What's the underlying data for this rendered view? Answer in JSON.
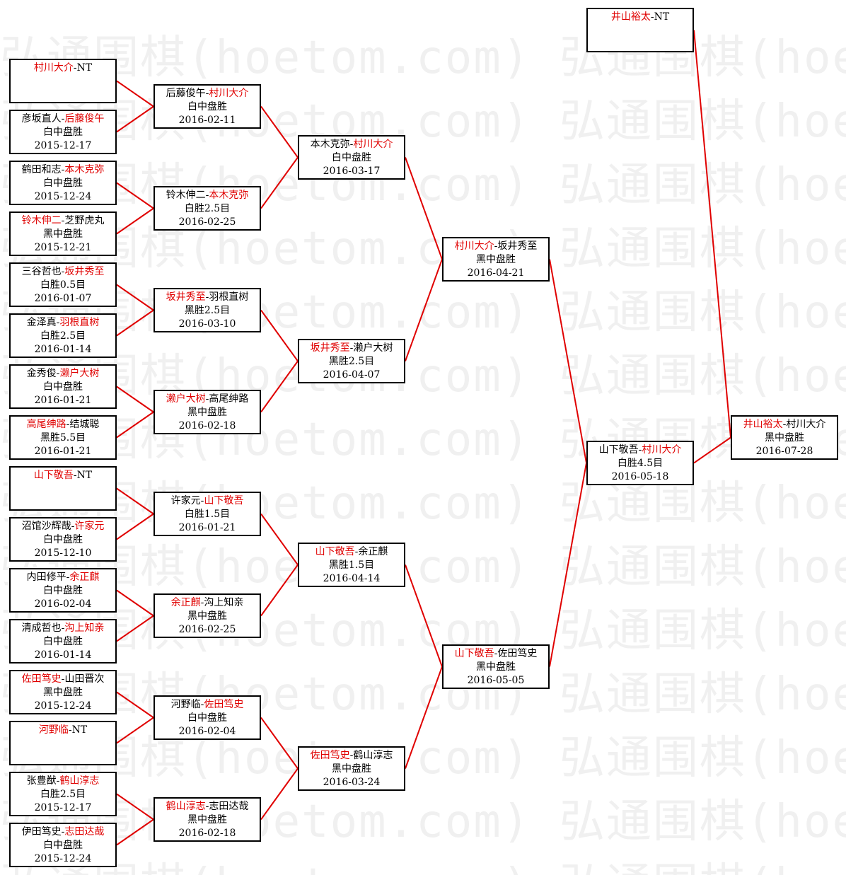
{
  "watermark": "弘通围棋(hoetom.com) 弘通围棋(hoetom.com)",
  "colors": {
    "winner": "#e00000",
    "line": "#e00000",
    "border": "#000000"
  },
  "matches": [
    {
      "p1": "村川大介",
      "p2": "NT",
      "winner": 1,
      "result": "",
      "date": ""
    },
    {
      "p1": "彦坂直人",
      "p2": "后藤俊午",
      "winner": 2,
      "result": "白中盘胜",
      "date": "2015-12-17"
    },
    {
      "p1": "鹤田和志",
      "p2": "本木克弥",
      "winner": 2,
      "result": "白中盘胜",
      "date": "2015-12-24"
    },
    {
      "p1": "铃木伸二",
      "p2": "芝野虎丸",
      "winner": 1,
      "result": "黑中盘胜",
      "date": "2015-12-21"
    },
    {
      "p1": "三谷哲也",
      "p2": "坂井秀至",
      "winner": 2,
      "result": "白胜0.5目",
      "date": "2016-01-07"
    },
    {
      "p1": "金泽真",
      "p2": "羽根直树",
      "winner": 2,
      "result": "白胜2.5目",
      "date": "2016-01-14"
    },
    {
      "p1": "金秀俊",
      "p2": "濑户大树",
      "winner": 2,
      "result": "白中盘胜",
      "date": "2016-01-21"
    },
    {
      "p1": "高尾绅路",
      "p2": "结城聪",
      "winner": 1,
      "result": "黑胜5.5目",
      "date": "2016-01-21"
    },
    {
      "p1": "山下敬吾",
      "p2": "NT",
      "winner": 1,
      "result": "",
      "date": ""
    },
    {
      "p1": "沼馆沙辉哉",
      "p2": "许家元",
      "winner": 2,
      "result": "白中盘胜",
      "date": "2015-12-10"
    },
    {
      "p1": "内田修平",
      "p2": "余正麒",
      "winner": 2,
      "result": "白中盘胜",
      "date": "2016-02-04"
    },
    {
      "p1": "清成哲也",
      "p2": "沟上知亲",
      "winner": 2,
      "result": "白中盘胜",
      "date": "2016-01-14"
    },
    {
      "p1": "佐田笃史",
      "p2": "山田晋次",
      "winner": 1,
      "result": "黑中盘胜",
      "date": "2015-12-24"
    },
    {
      "p1": "河野临",
      "p2": "NT",
      "winner": 1,
      "result": "",
      "date": ""
    },
    {
      "p1": "张豊猷",
      "p2": "鹤山淳志",
      "winner": 2,
      "result": "白胜2.5目",
      "date": "2015-12-17"
    },
    {
      "p1": "伊田笃史",
      "p2": "志田达哉",
      "winner": 2,
      "result": "白中盘胜",
      "date": "2015-12-24"
    },
    {
      "p1": "后藤俊午",
      "p2": "村川大介",
      "winner": 2,
      "result": "白中盘胜",
      "date": "2016-02-11"
    },
    {
      "p1": "铃木伸二",
      "p2": "本木克弥",
      "winner": 2,
      "result": "白胜2.5目",
      "date": "2016-02-25"
    },
    {
      "p1": "坂井秀至",
      "p2": "羽根直树",
      "winner": 1,
      "result": "黑胜2.5目",
      "date": "2016-03-10"
    },
    {
      "p1": "濑户大树",
      "p2": "高尾绅路",
      "winner": 1,
      "result": "黑中盘胜",
      "date": "2016-02-18"
    },
    {
      "p1": "许家元",
      "p2": "山下敬吾",
      "winner": 2,
      "result": "白胜1.5目",
      "date": "2016-01-21"
    },
    {
      "p1": "余正麒",
      "p2": "沟上知亲",
      "winner": 1,
      "result": "黑中盘胜",
      "date": "2016-02-25"
    },
    {
      "p1": "河野临",
      "p2": "佐田笃史",
      "winner": 2,
      "result": "白中盘胜",
      "date": "2016-02-04"
    },
    {
      "p1": "鹤山淳志",
      "p2": "志田达哉",
      "winner": 1,
      "result": "黑中盘胜",
      "date": "2016-02-18"
    },
    {
      "p1": "本木克弥",
      "p2": "村川大介",
      "winner": 2,
      "result": "白中盘胜",
      "date": "2016-03-17"
    },
    {
      "p1": "坂井秀至",
      "p2": "濑户大树",
      "winner": 1,
      "result": "黑胜2.5目",
      "date": "2016-04-07"
    },
    {
      "p1": "山下敬吾",
      "p2": "余正麒",
      "winner": 1,
      "result": "黑胜1.5目",
      "date": "2016-04-14"
    },
    {
      "p1": "佐田笃史",
      "p2": "鹤山淳志",
      "winner": 1,
      "result": "黑中盘胜",
      "date": "2016-03-24"
    },
    {
      "p1": "村川大介",
      "p2": "坂井秀至",
      "winner": 1,
      "result": "黑中盘胜",
      "date": "2016-04-21"
    },
    {
      "p1": "山下敬吾",
      "p2": "佐田笃史",
      "winner": 1,
      "result": "黑中盘胜",
      "date": "2016-05-05"
    },
    {
      "p1": "山下敬吾",
      "p2": "村川大介",
      "winner": 2,
      "result": "白胜4.5目",
      "date": "2016-05-18"
    },
    {
      "p1": "井山裕太",
      "p2": "NT",
      "winner": 1,
      "result": "",
      "date": ""
    },
    {
      "p1": "井山裕太",
      "p2": "村川大介",
      "winner": 1,
      "result": "黑中盘胜",
      "date": "2016-07-28"
    }
  ]
}
